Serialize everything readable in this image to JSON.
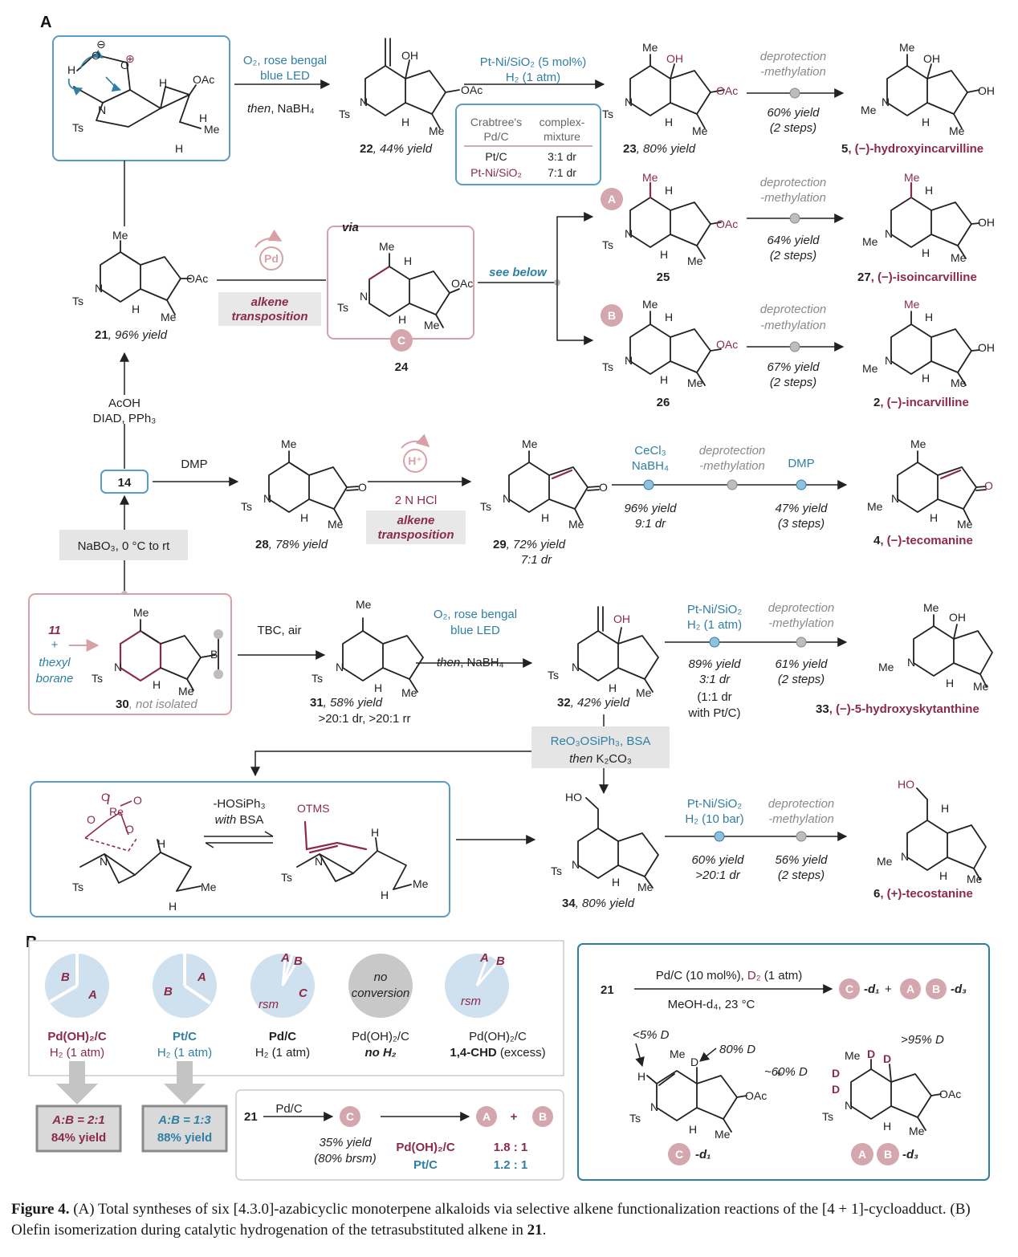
{
  "panels": {
    "a": "A",
    "b": "B"
  },
  "common": {
    "me": "Me",
    "ts": "Ts",
    "oh": "OH",
    "oac": "OAc",
    "h": "H",
    "n": "N",
    "d": "D",
    "o": "O",
    "re": "Re",
    "b_atom": "B",
    "ho": "HO",
    "otms": "OTMS"
  },
  "ts1": {
    "charge_minus": "⊖",
    "charge_plus": "⊕"
  },
  "step1": {
    "line1": "O₂, rose bengal",
    "line2": "blue LED",
    "line3_a": "then",
    "line3_b": ", NaBH₄"
  },
  "c22": {
    "num": "22",
    "yield": ", 44% yield"
  },
  "step2": {
    "line1": "Pt-Ni/SiO₂ (5 mol%)",
    "line2": "H₂ (1 atm)"
  },
  "cat_table": {
    "h1": "Crabtree's",
    "h2": "Pd/C",
    "h3": "complex-",
    "h4": "mixture",
    "r1a": "Pt/C",
    "r1b": "3:1 dr",
    "r2a": "Pt-Ni/SiO₂",
    "r2b": "7:1 dr"
  },
  "c23": {
    "num": "23",
    "yield": ", 80% yield"
  },
  "deprot": {
    "line1": "deprotection",
    "line2": "-methylation"
  },
  "step3": {
    "yield": "60% yield",
    "steps": "(2 steps)"
  },
  "c5": {
    "num": "5",
    "name": ", (−)-hydroxyincarvilline"
  },
  "c21": {
    "num": "21",
    "yield": ", 96% yield"
  },
  "pd_label": "Pd",
  "alkene_trans": {
    "line1": "alkene",
    "line2": "transposition"
  },
  "via": "via",
  "c24": {
    "num": "24"
  },
  "label_c": "C",
  "label_a": "A",
  "label_b": "B",
  "see_below": "see below",
  "c25": {
    "num": "25"
  },
  "c26": {
    "num": "26"
  },
  "step4": {
    "yield": "64% yield",
    "steps": "(2 steps)"
  },
  "step5": {
    "yield": "67% yield",
    "steps": "(2 steps)"
  },
  "c27": {
    "num": "27",
    "name": ", (−)-isoincarvilline"
  },
  "c2": {
    "num": "2",
    "name": ", (−)-incarvilline"
  },
  "mitsunobu": {
    "line1": "AcOH",
    "line2": "DIAD, PPh₃"
  },
  "c14": {
    "num": "14"
  },
  "dmp": "DMP",
  "c28": {
    "num": "28",
    "yield": ", 78% yield"
  },
  "hplus": "H⁺",
  "hcl": "2 N HCl",
  "c29": {
    "num": "29",
    "yield": ", 72% yield",
    "dr": "7:1 dr"
  },
  "step6": {
    "r1": "CeCl₃",
    "r2": "NaBH₄",
    "y1": "96% yield",
    "y2": "9:1 dr",
    "r3": "DMP",
    "y3": "47% yield",
    "y4": "(3 steps)"
  },
  "c4": {
    "num": "4",
    "name": ", (−)-tecomanine"
  },
  "nabo3": "NaBO₃, 0 °C to rt",
  "c30": {
    "num": "30",
    "note": ", not isolated",
    "sm": "11",
    "plus": "+",
    "thexyl1": "thexyl",
    "thexyl2": "borane"
  },
  "tbc": "TBC, air",
  "c31": {
    "num": "31",
    "yield": ", 58% yield",
    "sel": ">20:1 dr, >20:1 rr"
  },
  "c32": {
    "num": "32",
    "yield": ", 42% yield"
  },
  "step7": {
    "r1": "Pt-Ni/SiO₂",
    "r2": "H₂ (1 atm)",
    "y1": "89% yield",
    "y2": "3:1 dr",
    "y3": "(1:1 dr",
    "y4": "with Pt/C)",
    "y5": "61% yield",
    "y6": "(2 steps)"
  },
  "c33": {
    "num": "33",
    "name": ", (−)-5-hydroxyskytanthine"
  },
  "reox": {
    "line1": "ReO₃OSiPh₃, BSA",
    "line2a": "then",
    "line2b": " K₂CO₃"
  },
  "hosiph3": {
    "line1": "-HOSiPh₃",
    "line2a": "with",
    "line2b": " BSA"
  },
  "c34": {
    "num": "34",
    "yield": ", 80% yield"
  },
  "step8": {
    "r1": "Pt-Ni/SiO₂",
    "r2": "H₂ (10 bar)",
    "y1": "60% yield",
    "y2": ">20:1 dr",
    "y3": "56% yield",
    "y4": "(2 steps)"
  },
  "c6": {
    "num": "6",
    "name": ", (+)-tecostanine"
  },
  "panel_b": {
    "pie_rsm": "rsm",
    "no_conv1": "no",
    "no_conv2": "conversion",
    "cat1": {
      "l1": "Pd(OH)₂/C",
      "l2": "H₂ (1 atm)"
    },
    "cat2": {
      "l1": "Pt/C",
      "l2": "H₂ (1 atm)"
    },
    "cat3": {
      "l1": "Pd/C",
      "l2": "H₂ (1 atm)"
    },
    "cat4": {
      "l1": "Pd(OH)₂/C",
      "l2": "no H₂"
    },
    "cat5": {
      "l1": "Pd(OH)₂/C",
      "l2a": "1,4-CHD",
      "l2b": " (excess)"
    },
    "box1": {
      "ratio": "A:B = 2:1",
      "yield": "84% yield"
    },
    "box2": {
      "ratio": "A:B = 1:3",
      "yield": "88% yield"
    },
    "sub": {
      "sm": "21",
      "reag": "Pd/C",
      "yield": "35% yield",
      "brsm": "(80% brsm)",
      "plus": "+",
      "cat1": "Pd(OH)₂/C",
      "ratio1": "1.8 : 1",
      "cat2": "Pt/C",
      "ratio2": "1.2 : 1"
    },
    "deut": {
      "sm": "21",
      "reag1a": "Pd/C (10 mol%), ",
      "reag1b": "D₂",
      "reag1c": " (1 atm)",
      "reag2": "MeOH-d₄, 23 °C",
      "d1": "-d₁",
      "d3": "-d₃",
      "plus": "+",
      "lt5": "<5% D",
      "p80": "80% D",
      "p60": "~60% D",
      "p95": ">95% D",
      "plus2": "+"
    }
  },
  "caption": {
    "fig": "Figure 4.",
    "text1": " (A) Total syntheses of six [4.3.0]-azabicyclic monoterpene alkaloids via selective alkene functionalization reactions of the [4 + 1]-cycloadduct. (B) Olefin isomerization during catalytic hydrogenation of the tetrasubstituted alkene in ",
    "ref": "21",
    "text2": "."
  }
}
